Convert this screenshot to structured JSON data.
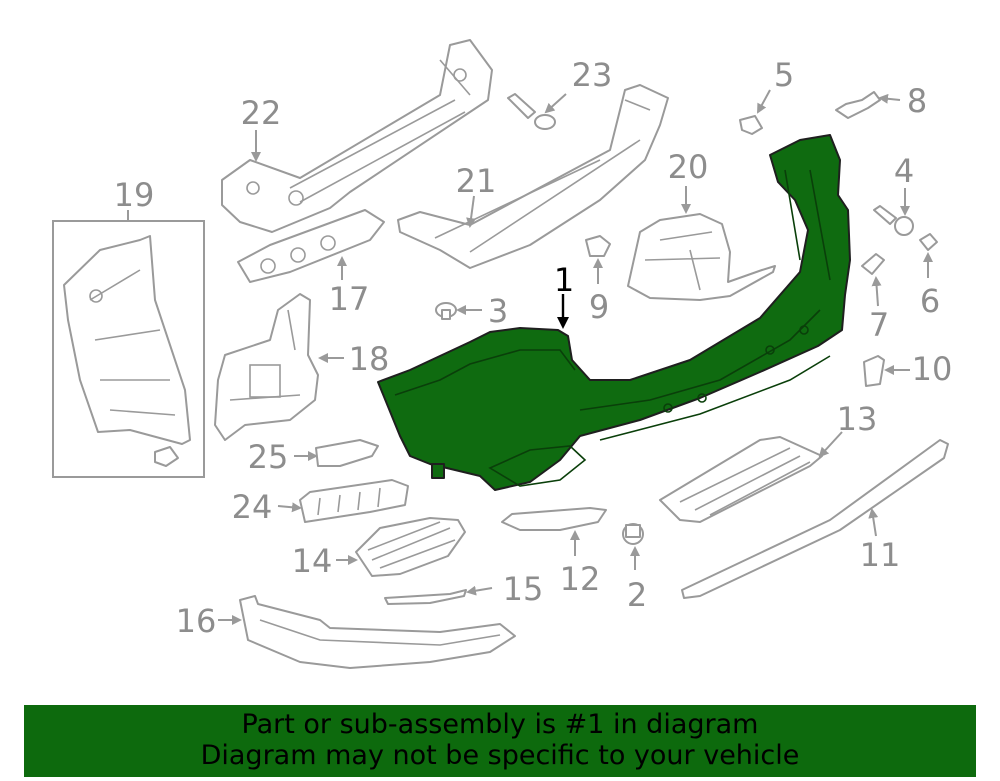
{
  "callouts": {
    "c1": "1",
    "c2": "2",
    "c3": "3",
    "c4": "4",
    "c5": "5",
    "c6": "6",
    "c7": "7",
    "c8": "8",
    "c9": "9",
    "c10": "10",
    "c11": "11",
    "c12": "12",
    "c13": "13",
    "c14": "14",
    "c15": "15",
    "c16": "16",
    "c17": "17",
    "c18": "18",
    "c19": "19",
    "c20": "20",
    "c21": "21",
    "c22": "22",
    "c23": "23",
    "c24": "24",
    "c25": "25"
  },
  "highlight": {
    "color": "#0f6b10",
    "part": "1"
  },
  "banner": {
    "line1": "Part or sub-assembly is #1 in diagram",
    "line2": "Diagram may not be specific to your vehicle"
  }
}
